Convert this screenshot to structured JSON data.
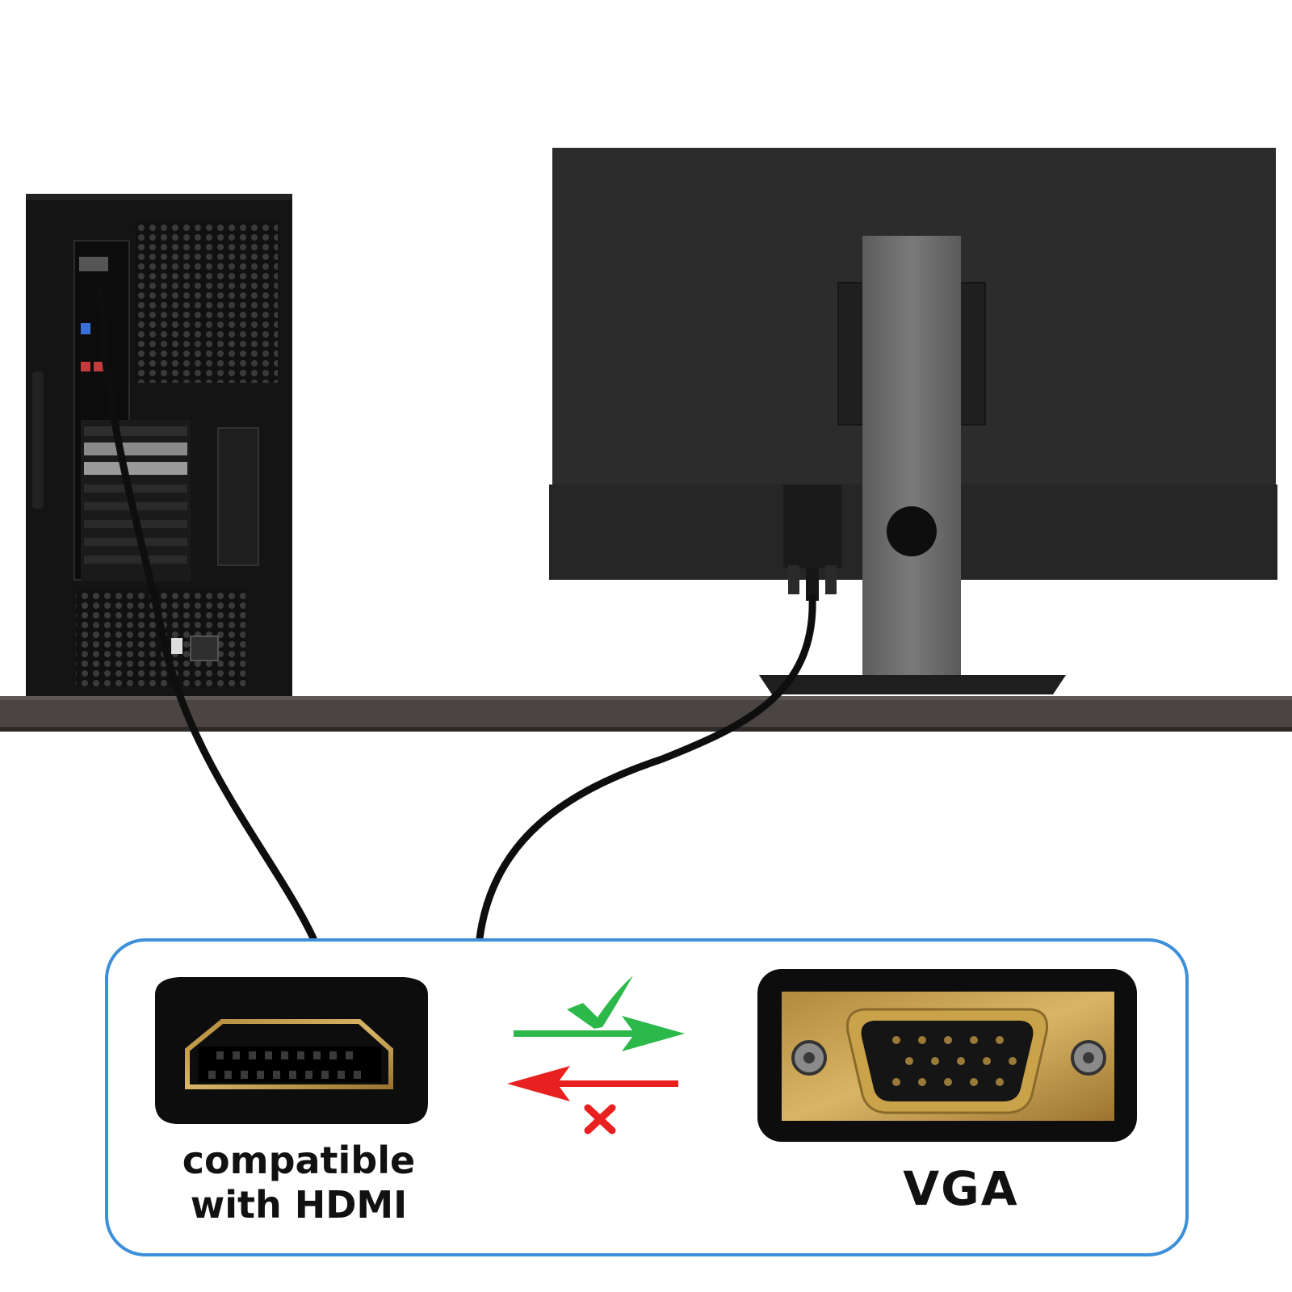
{
  "labels": {
    "hdmi_line1": "compatible",
    "hdmi_line2": "with HDMI",
    "vga": "VGA"
  },
  "colors": {
    "panel_border": "#3c8fd8",
    "arrow_forward": "#2db84a",
    "arrow_back": "#e8201f",
    "gold": "#c9a24a",
    "desk": "#4a4542"
  },
  "icons": {
    "forward": "check-icon",
    "back": "x-icon"
  }
}
